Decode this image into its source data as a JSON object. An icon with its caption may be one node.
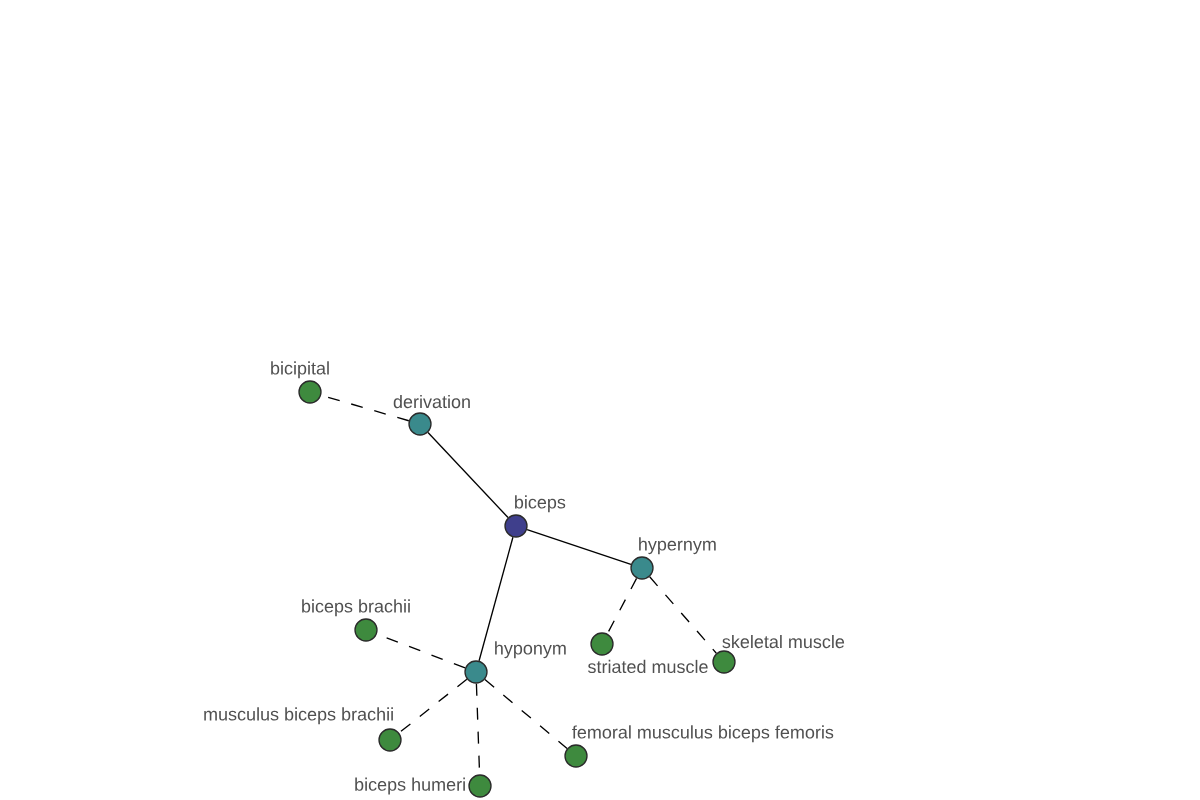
{
  "diagram": {
    "nodes": [
      {
        "text": [
          "bicipital"
        ]
      },
      {
        "text": [
          "derivation"
        ]
      },
      {
        "text": [
          "biceps"
        ]
      },
      {
        "text": [
          "hypernym"
        ]
      },
      {
        "text": [
          "biceps brachii"
        ]
      },
      {
        "text": [
          "striated muscle"
        ]
      },
      {
        "text": [
          "skeletal muscle"
        ]
      },
      {
        "text": [
          "hyponym"
        ]
      },
      {
        "text": [
          "musculus biceps brachii"
        ]
      },
      {
        "text": [
          "femoral musculus biceps femoris"
        ]
      },
      {
        "text": [
          "biceps humeri"
        ]
      }
    ],
    "edges": [
      {
        "from": 1,
        "to": 0,
        "arrow": "none",
        "style": "dashed"
      },
      {
        "from": 2,
        "to": 1,
        "arrow": "none"
      },
      {
        "from": 2,
        "to": 3,
        "arrow": "none"
      },
      {
        "from": 2,
        "to": 7,
        "arrow": "none"
      },
      {
        "from": 3,
        "to": 5,
        "arrow": "none",
        "style": "dashed"
      },
      {
        "from": 3,
        "to": 6,
        "arrow": "none",
        "style": "dashed"
      },
      {
        "from": 7,
        "to": 4,
        "arrow": "none",
        "style": "dashed"
      },
      {
        "from": 7,
        "to": 8,
        "arrow": "none",
        "style": "dashed"
      },
      {
        "from": 7,
        "to": 10,
        "arrow": "none",
        "style": "dashed"
      },
      {
        "from": 7,
        "to": 9,
        "arrow": "none",
        "style": "dashed"
      }
    ]
  }
}
